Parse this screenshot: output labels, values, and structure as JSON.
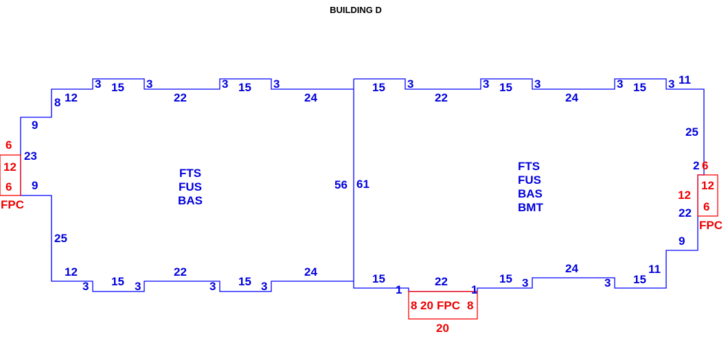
{
  "title": "BUILDING D",
  "colors": {
    "outline": "#0000ff",
    "fpc": "#ff0000"
  },
  "left_building": {
    "codes": [
      "FTS",
      "FUS",
      "BAS"
    ],
    "dims": [
      "3",
      "15",
      "3",
      "3",
      "15",
      "3",
      "8",
      "12",
      "22",
      "24",
      "9",
      "23",
      "9",
      "25",
      "12",
      "3",
      "15",
      "3",
      "22",
      "3",
      "15",
      "3",
      "24",
      "56"
    ]
  },
  "right_building": {
    "codes": [
      "FTS",
      "FUS",
      "BAS",
      "BMT"
    ],
    "dims": [
      "15",
      "3",
      "22",
      "3",
      "15",
      "3",
      "24",
      "3",
      "15",
      "3",
      "11",
      "25",
      "2",
      "22",
      "9",
      "15",
      "11",
      "3",
      "24",
      "3",
      "15",
      "1",
      "22",
      "1",
      "15",
      "61"
    ]
  },
  "fpc_left": {
    "label": "FPC",
    "dims": [
      "6",
      "12",
      "6"
    ]
  },
  "fpc_right": {
    "label": "FPC",
    "dims": [
      "6",
      "12",
      "12",
      "6"
    ]
  },
  "fpc_bottom": {
    "label": "FPC",
    "dims": [
      "8",
      "20",
      "20",
      "8"
    ]
  }
}
